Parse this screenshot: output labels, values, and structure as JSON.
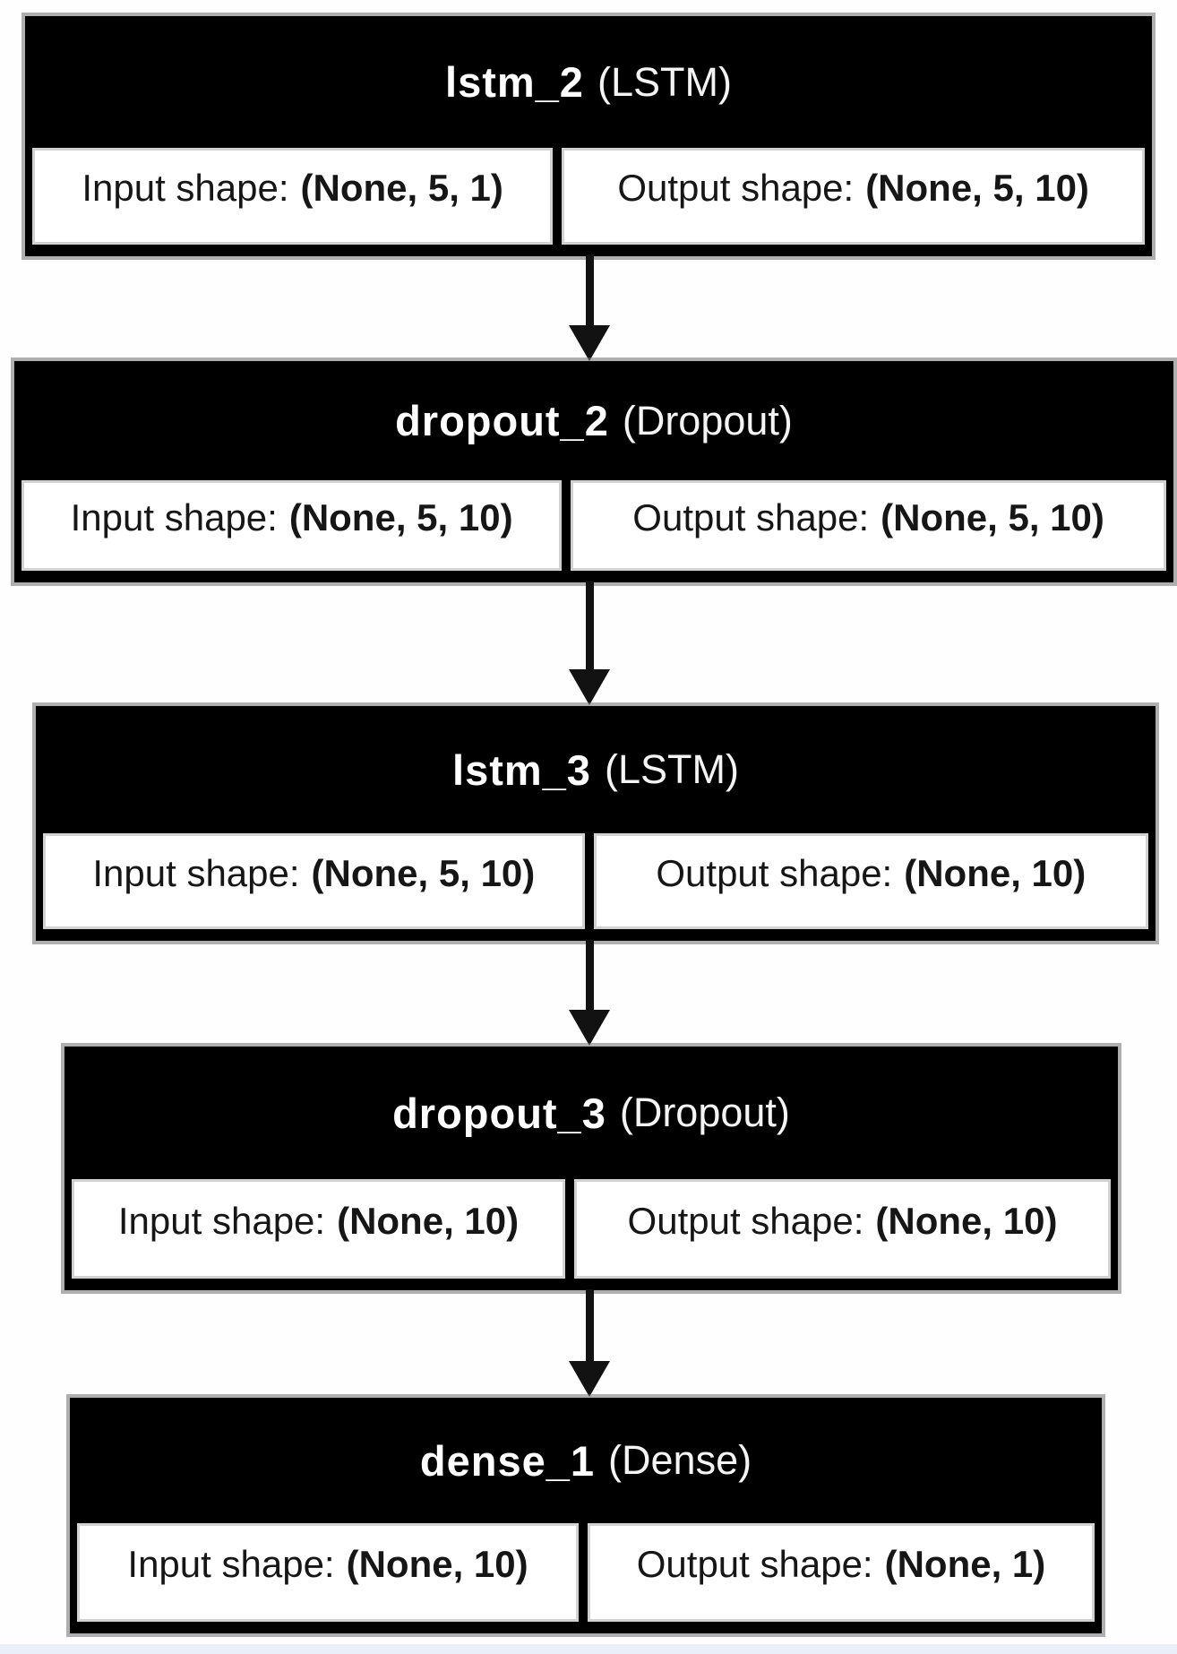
{
  "diagram": {
    "kind": "keras-model-architecture-plot",
    "colors": {
      "node_header_bg": "#000000",
      "node_header_text": "#ffffff",
      "cell_bg": "#ffffff",
      "cell_text": "#161616",
      "arrow": "#121212",
      "bottom_edge_strip": "#e9eef8"
    },
    "layers": [
      {
        "name": "lstm_2",
        "type": "(LSTM)",
        "input_label": "Input shape:",
        "input_value": "(None, 5, 1)",
        "output_label": "Output shape:",
        "output_value": "(None, 5, 10)"
      },
      {
        "name": "dropout_2",
        "type": "(Dropout)",
        "input_label": "Input shape:",
        "input_value": "(None, 5, 10)",
        "output_label": "Output shape:",
        "output_value": "(None, 5, 10)"
      },
      {
        "name": "lstm_3",
        "type": "(LSTM)",
        "input_label": "Input shape:",
        "input_value": "(None, 5, 10)",
        "output_label": "Output shape:",
        "output_value": "(None, 10)"
      },
      {
        "name": "dropout_3",
        "type": "(Dropout)",
        "input_label": "Input shape:",
        "input_value": "(None, 10)",
        "output_label": "Output shape:",
        "output_value": "(None, 10)"
      },
      {
        "name": "dense_1",
        "type": "(Dense)",
        "input_label": "Input shape:",
        "input_value": "(None, 10)",
        "output_label": "Output shape:",
        "output_value": "(None, 1)"
      }
    ]
  }
}
